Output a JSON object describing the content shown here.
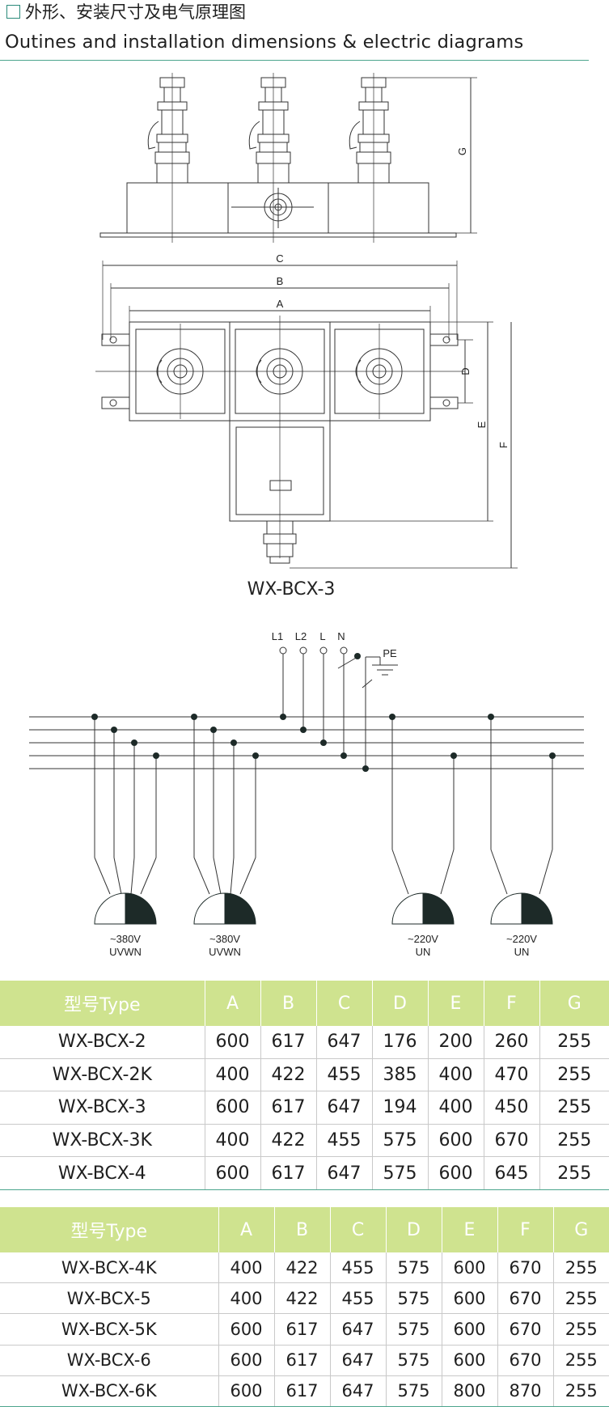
{
  "header": {
    "title_cn": "外形、安装尺寸及电气原理图",
    "title_en": "Outines and installation dimensions & electric diagrams"
  },
  "outline": {
    "model_label": "WX-BCX-3",
    "dim_labels": [
      "C",
      "B",
      "A",
      "D",
      "E",
      "F",
      "G"
    ]
  },
  "wiring": {
    "terminals": [
      "L1",
      "L2",
      "L",
      "N"
    ],
    "pe_label": "PE",
    "loads": [
      {
        "voltage": "~380V",
        "phases": "UVWN"
      },
      {
        "voltage": "~380V",
        "phases": "UVWN"
      },
      {
        "voltage": "~220V",
        "phases": "UN"
      },
      {
        "voltage": "~220V",
        "phases": "UN"
      }
    ]
  },
  "table1": {
    "headers": [
      "型号Type",
      "A",
      "B",
      "C",
      "D",
      "E",
      "F",
      "G"
    ],
    "rows": [
      [
        "WX-BCX-2",
        "600",
        "617",
        "647",
        "176",
        "200",
        "260",
        "255"
      ],
      [
        "WX-BCX-2K",
        "400",
        "422",
        "455",
        "385",
        "400",
        "470",
        "255"
      ],
      [
        "WX-BCX-3",
        "600",
        "617",
        "647",
        "194",
        "400",
        "450",
        "255"
      ],
      [
        "WX-BCX-3K",
        "400",
        "422",
        "455",
        "575",
        "600",
        "670",
        "255"
      ],
      [
        "WX-BCX-4",
        "600",
        "617",
        "647",
        "575",
        "600",
        "645",
        "255"
      ]
    ]
  },
  "table2": {
    "headers": [
      "型号Type",
      "A",
      "B",
      "C",
      "D",
      "E",
      "F",
      "G"
    ],
    "rows": [
      [
        "WX-BCX-4K",
        "400",
        "422",
        "455",
        "575",
        "600",
        "670",
        "255"
      ],
      [
        "WX-BCX-5",
        "400",
        "422",
        "455",
        "575",
        "600",
        "670",
        "255"
      ],
      [
        "WX-BCX-5K",
        "600",
        "617",
        "647",
        "575",
        "600",
        "670",
        "255"
      ],
      [
        "WX-BCX-6",
        "600",
        "617",
        "647",
        "575",
        "600",
        "670",
        "255"
      ],
      [
        "WX-BCX-6K",
        "600",
        "617",
        "647",
        "575",
        "800",
        "870",
        "255"
      ]
    ]
  },
  "colors": {
    "accent_green": "#4ca58d",
    "table_header_bg": "#cfe38f",
    "load_dark": "#1d2a28"
  }
}
